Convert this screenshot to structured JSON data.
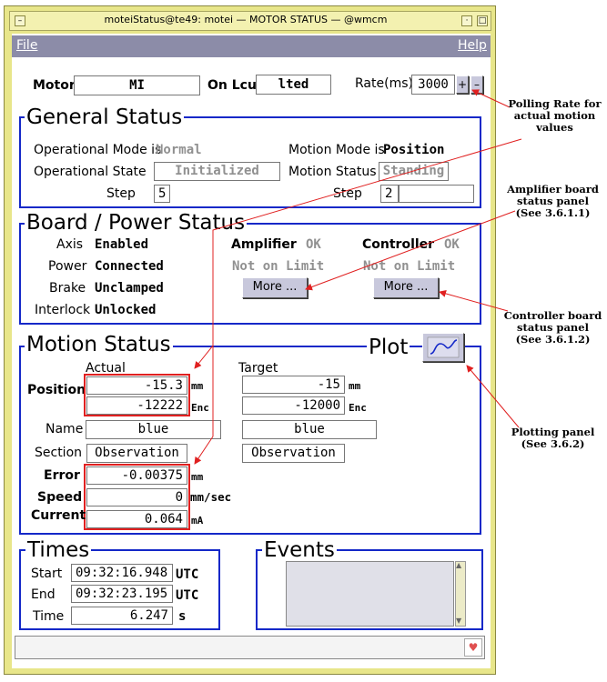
{
  "window": {
    "title": "moteiStatus@te49: motei — MOTOR STATUS — @wmcm"
  },
  "menu": {
    "file": "File",
    "help": "Help"
  },
  "top": {
    "motor_label": "Motor",
    "motor_value": "MI",
    "lcu_label": "On Lcu",
    "lcu_value": "lted",
    "rate_label": "Rate(ms)",
    "rate_value": "3000",
    "plus_label": "+",
    "minus_label": "–"
  },
  "general": {
    "title": "General Status",
    "op_mode_label": "Operational Mode is",
    "op_mode_value": "Normal",
    "op_state_label": "Operational State",
    "op_state_value": "Initialized",
    "step_label": "Step",
    "step_value": "5",
    "motion_mode_label": "Motion Mode is",
    "motion_mode_value": "Position",
    "motion_status_label": "Motion Status",
    "motion_status_value": "Standing",
    "step2_label": "Step",
    "step2_value": "2"
  },
  "board": {
    "title": "Board / Power Status",
    "rows": [
      {
        "label": "Axis",
        "value": "Enabled"
      },
      {
        "label": "Power",
        "value": "Connected"
      },
      {
        "label": "Brake",
        "value": "Unclamped"
      },
      {
        "label": "Interlock",
        "value": "Unlocked"
      }
    ],
    "amp_label": "Amplifier",
    "amp_value": "OK",
    "amp_limit": "Not on Limit",
    "amp_more": "More ...",
    "ctrl_label": "Controller",
    "ctrl_value": "OK",
    "ctrl_limit": "Not on Limit",
    "ctrl_more": "More ..."
  },
  "motion": {
    "title": "Motion Status",
    "plot_label": "Plot",
    "actual_label": "Actual",
    "target_label": "Target",
    "position_label": "Position",
    "pos_actual_mm": "-15.3",
    "pos_actual_enc": "-12222",
    "pos_target_mm": "-15",
    "pos_target_enc": "-12000",
    "unit_mm": "mm",
    "unit_enc": "Enc",
    "name_label": "Name",
    "name_actual": "blue",
    "name_target": "blue",
    "section_label": "Section",
    "section_actual": "Observation",
    "section_target": "Observation",
    "error_label": "Error",
    "error_value": "-0.00375",
    "error_unit": "mm",
    "speed_label": "Speed",
    "speed_value": "0",
    "speed_unit": "mm/sec",
    "current_label": "Current",
    "current_value": "0.064",
    "current_unit": "mA"
  },
  "times": {
    "title": "Times",
    "start_label": "Start",
    "start_value": "09:32:16.948",
    "start_unit": "UTC",
    "end_label": "End",
    "end_value": "09:32:23.195",
    "end_unit": "UTC",
    "time_label": "Time",
    "time_value": "6.247",
    "time_unit": "s"
  },
  "events": {
    "title": "Events"
  },
  "annotations": {
    "polling": [
      "Polling Rate for",
      "actual motion",
      "values"
    ],
    "amplifier": [
      "Amplifier board",
      "status panel",
      "(See 3.6.1.1)"
    ],
    "controller": [
      "Controller board",
      "status panel",
      "(See 3.6.1.2)"
    ],
    "plotting": [
      "Plotting panel",
      "(See 3.6.2)"
    ]
  },
  "colors": {
    "group_border": "#1428c8",
    "callout": "#e02020",
    "frame": "#e8e68a",
    "menubar": "#8c8ca8"
  }
}
